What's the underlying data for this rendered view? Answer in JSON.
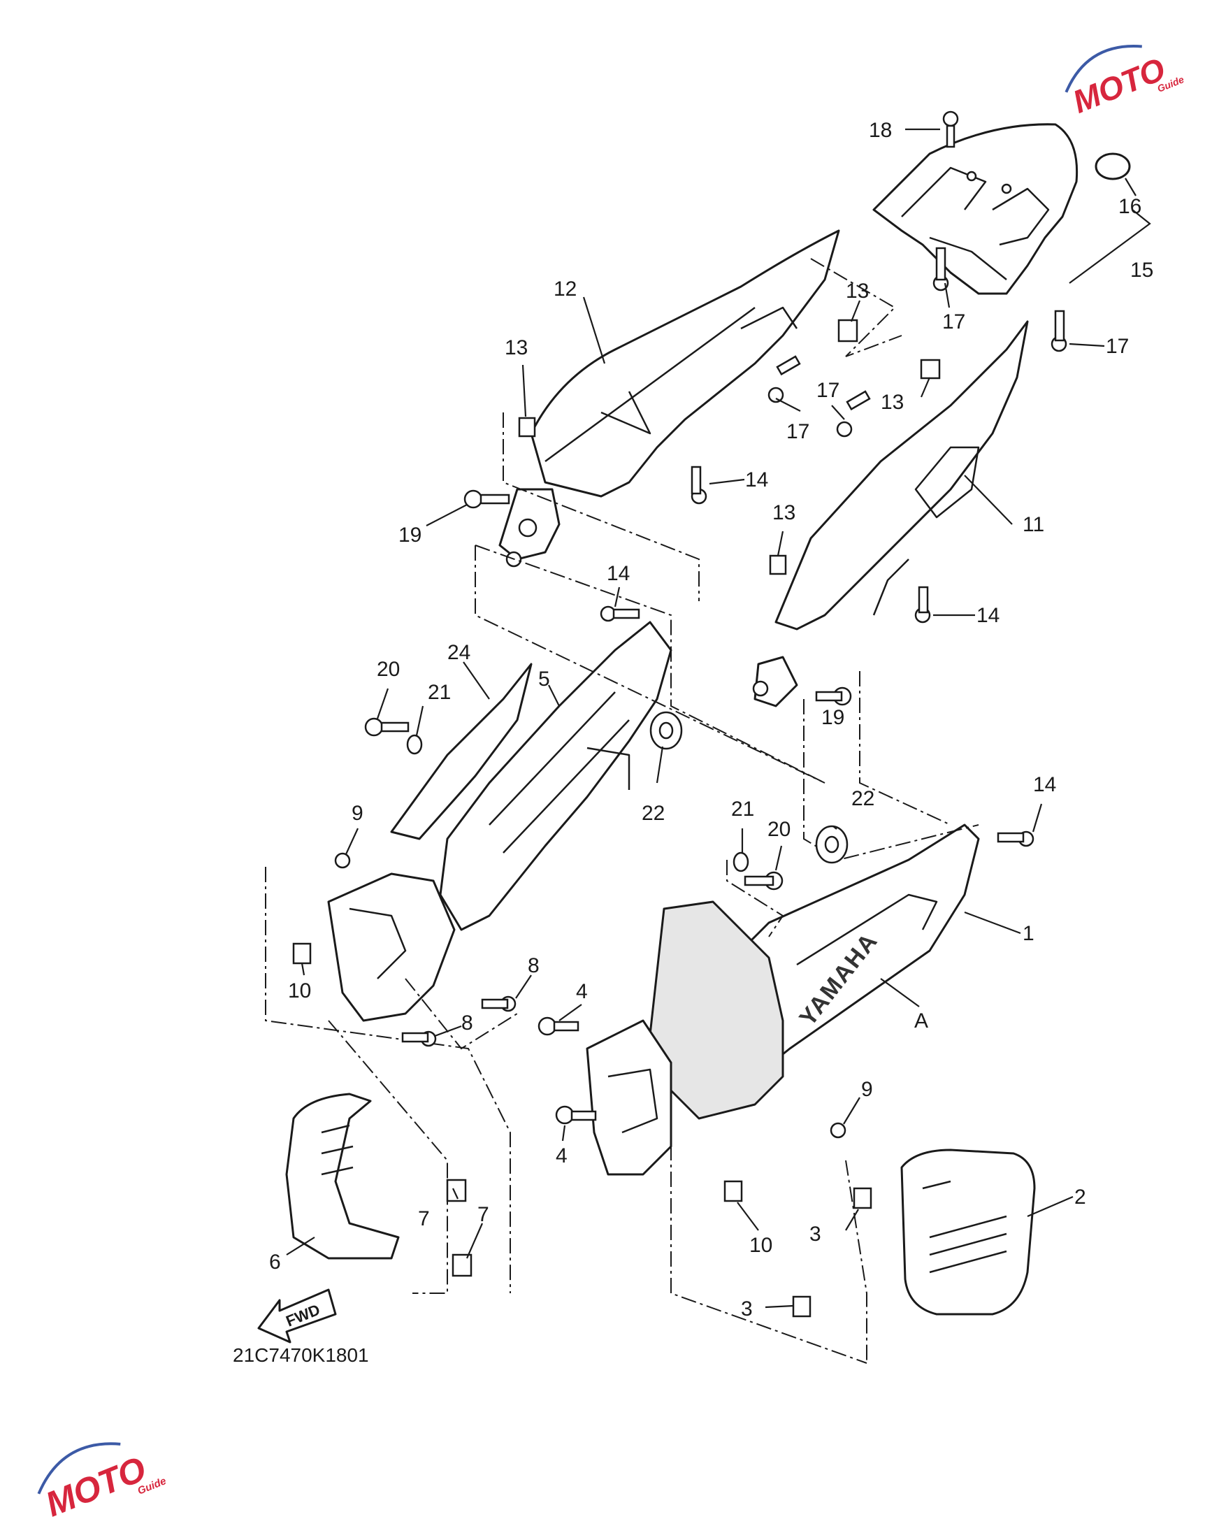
{
  "diagram_code": "21C7470K1801",
  "fwd_label": "FWD",
  "decal_text": "YAMAHA",
  "watermark": {
    "brand": "MOTO",
    "sub": "Guide",
    "color": "#d7263d",
    "accent": "#3c5aa6"
  },
  "callouts": [
    {
      "id": "c1",
      "label": "1"
    },
    {
      "id": "c2",
      "label": "2"
    },
    {
      "id": "c3a",
      "label": "3"
    },
    {
      "id": "c3b",
      "label": "3"
    },
    {
      "id": "c4a",
      "label": "4"
    },
    {
      "id": "c4b",
      "label": "4"
    },
    {
      "id": "c5",
      "label": "5"
    },
    {
      "id": "c6",
      "label": "6"
    },
    {
      "id": "c7a",
      "label": "7"
    },
    {
      "id": "c7b",
      "label": "7"
    },
    {
      "id": "c8a",
      "label": "8"
    },
    {
      "id": "c8b",
      "label": "8"
    },
    {
      "id": "c9a",
      "label": "9"
    },
    {
      "id": "c9b",
      "label": "9"
    },
    {
      "id": "c10a",
      "label": "10"
    },
    {
      "id": "c10b",
      "label": "10"
    },
    {
      "id": "c11",
      "label": "11"
    },
    {
      "id": "c12",
      "label": "12"
    },
    {
      "id": "c13a",
      "label": "13"
    },
    {
      "id": "c13b",
      "label": "13"
    },
    {
      "id": "c13c",
      "label": "13"
    },
    {
      "id": "c13d",
      "label": "13"
    },
    {
      "id": "c14a",
      "label": "14"
    },
    {
      "id": "c14b",
      "label": "14"
    },
    {
      "id": "c14c",
      "label": "14"
    },
    {
      "id": "c14d",
      "label": "14"
    },
    {
      "id": "c15",
      "label": "15"
    },
    {
      "id": "c16",
      "label": "16"
    },
    {
      "id": "c17a",
      "label": "17"
    },
    {
      "id": "c17b",
      "label": "17"
    },
    {
      "id": "c17c",
      "label": "17"
    },
    {
      "id": "c17d",
      "label": "17"
    },
    {
      "id": "c18",
      "label": "18"
    },
    {
      "id": "c19a",
      "label": "19"
    },
    {
      "id": "c19b",
      "label": "19"
    },
    {
      "id": "c20a",
      "label": "20"
    },
    {
      "id": "c20b",
      "label": "20"
    },
    {
      "id": "c21a",
      "label": "21"
    },
    {
      "id": "c21b",
      "label": "21"
    },
    {
      "id": "c22a",
      "label": "22"
    },
    {
      "id": "c22b",
      "label": "22"
    },
    {
      "id": "c24",
      "label": "24"
    },
    {
      "id": "cA",
      "label": "A"
    }
  ]
}
